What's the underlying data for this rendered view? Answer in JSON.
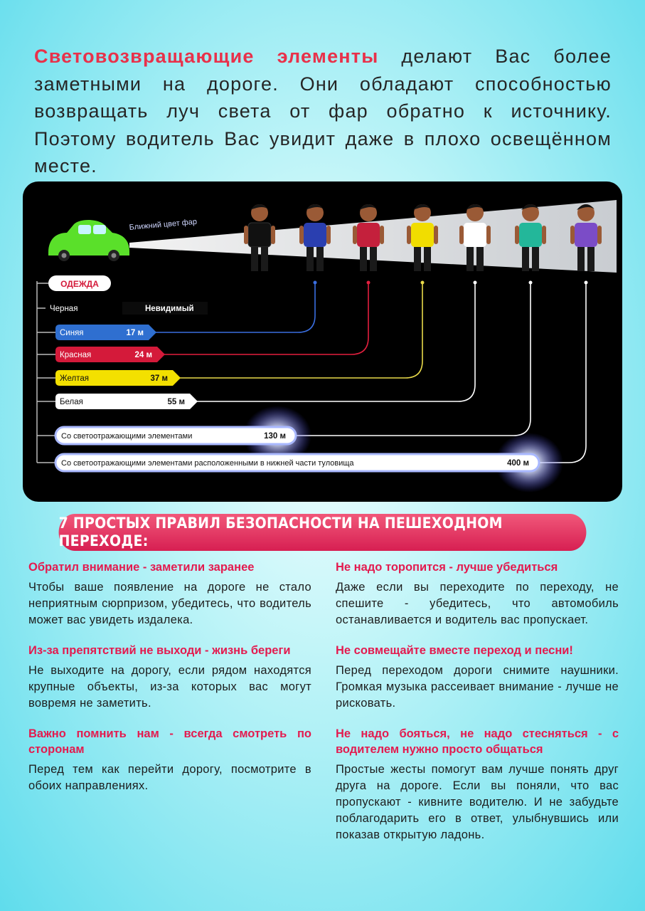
{
  "intro": {
    "highlight": "Световозвращающие элементы",
    "text": " делают Вас более заметными на дороге. Они обладают способностью возвращать луч света от фар обратно к источнику. Поэтому водитель Вас увидит даже в плохо освещённом месте."
  },
  "diagram": {
    "beam_label": "Ближний цвет фар",
    "clothing_label": "ОДЕЖДА",
    "rows": [
      {
        "label": "Черная",
        "value": "Невидимый",
        "color": "#000000"
      },
      {
        "label": "Синяя",
        "value": "17 м",
        "color": "#2f6fd0"
      },
      {
        "label": "Красная",
        "value": "24 м",
        "color": "#d41a3a"
      },
      {
        "label": "Желтая",
        "value": "37 м",
        "color": "#f3e000"
      },
      {
        "label": "Белая",
        "value": "55 м",
        "color": "#ffffff"
      },
      {
        "label": "Со светоотражающими элементами",
        "value": "130 м",
        "color": "#ffffff"
      },
      {
        "label": "Со светоотражающими элементами расположенными в нижней части туловища",
        "value": "400 м",
        "color": "#ffffff"
      }
    ],
    "people": [
      {
        "shirt": "#111111",
        "pants": "#1a1a1a",
        "line": null
      },
      {
        "shirt": "#2a3fb0",
        "pants": "#1a1a1a",
        "line": "#3a6ee0"
      },
      {
        "shirt": "#c4203c",
        "pants": "#1a1a1a",
        "line": "#e21f3e"
      },
      {
        "shirt": "#f1dd00",
        "pants": "#1a1a1a",
        "line": "#e8d94a"
      },
      {
        "shirt": "#ffffff",
        "pants": "#1a1a1a",
        "line": "#ffffff"
      },
      {
        "shirt": "#23b79a",
        "pants": "#1a1a1a",
        "line": "#ffffff"
      },
      {
        "shirt": "#7b4cc7",
        "pants": "#1a1a1a",
        "line": "#ffffff"
      }
    ],
    "car_color": "#5ae02a"
  },
  "banner": "7 ПРОСТЫХ ПРАВИЛ БЕЗОПАСНОСТИ НА ПЕШЕХОДНОМ ПЕРЕХОДЕ:",
  "rules_left": [
    {
      "title": "Обратил внимание - заметили заранее",
      "text": "Чтобы ваше появление на дороге не стало неприятным сюрпризом, убедитесь, что водитель может вас увидеть издалека."
    },
    {
      "title": "Из-за препятствий не выходи - жизнь береги",
      "text": "Не выходите на дорогу, если рядом находятся крупные объекты, из-за которых вас могут вовремя не заметить."
    },
    {
      "title": "Важно помнить нам - всегда смотреть по сторонам",
      "text": "Перед тем как перейти дорогу, посмотрите в обоих направлениях."
    }
  ],
  "rules_right": [
    {
      "title": "Не надо торопится - лучше убедиться",
      "text": "Даже если вы переходите по переходу, не спешите - убедитесь, что автомобиль останавливается и водитель вас пропускает."
    },
    {
      "title": "Не совмещайте вместе переход и песни!",
      "text": "Перед переходом дороги снимите наушники. Громкая музыка рассеивает внимание - лучше не рисковать."
    },
    {
      "title": "Не надо бояться, не надо стесняться - с водителем нужно просто общаться",
      "text": "Простые жесты помогут вам лучше понять друг друга на дороге. Если вы поняли, что вас пропускают - кивните водителю. И не забудьте поблагодарить его в ответ, улыбнувшись или показав открытую ладонь."
    }
  ]
}
